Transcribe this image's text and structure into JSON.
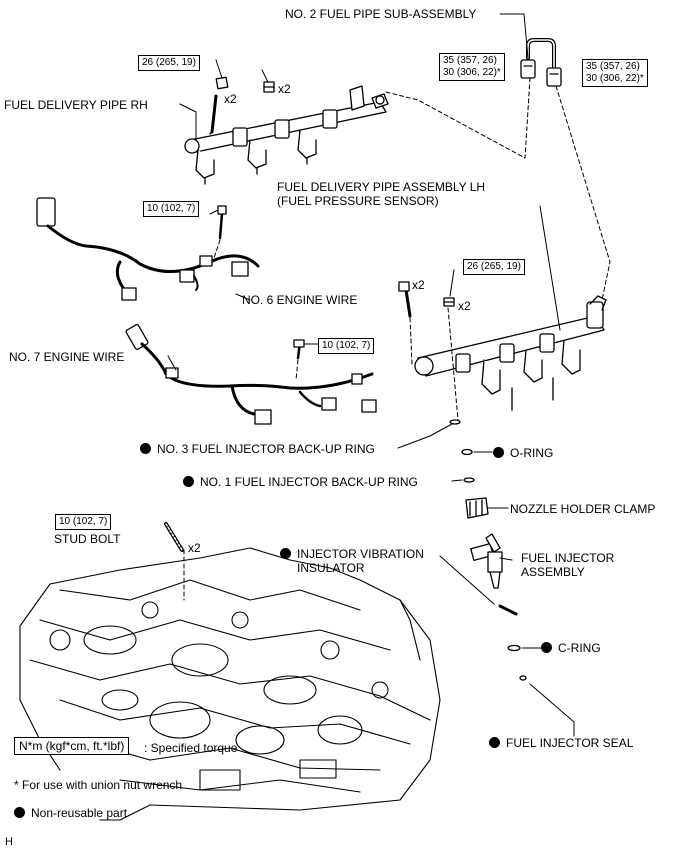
{
  "labels": {
    "fuel_pipe_sub": "NO. 2 FUEL PIPE SUB-ASSEMBLY",
    "fuel_delivery_rh": "FUEL DELIVERY PIPE RH",
    "fuel_delivery_lh_1": "FUEL DELIVERY PIPE ASSEMBLY LH",
    "fuel_delivery_lh_2": "(FUEL PRESSURE SENSOR)",
    "no6_wire": "NO. 6 ENGINE WIRE",
    "no7_wire": "NO. 7 ENGINE WIRE",
    "no3_backup": "NO. 3 FUEL INJECTOR BACK-UP RING",
    "oring": "O-RING",
    "no1_backup": "NO. 1 FUEL INJECTOR BACK-UP RING",
    "nozzle_clamp": "NOZZLE HOLDER CLAMP",
    "stud_bolt": "STUD BOLT",
    "vib_insulator_1": "INJECTOR VIBRATION",
    "vib_insulator_2": "INSULATOR",
    "injector_1": "FUEL INJECTOR",
    "injector_2": "ASSEMBLY",
    "c_ring": "C-RING",
    "injector_seal": "FUEL INJECTOR SEAL"
  },
  "torques": {
    "rh_bolt": "26 (265, 19)",
    "pipe_left_1": "35 (357, 26)",
    "pipe_left_2": "30 (306, 22)*",
    "pipe_right_1": "35 (357, 26)",
    "pipe_right_2": "30 (306, 22)*",
    "no6_bolt": "10 (102, 7)",
    "no7_bolt": "10 (102, 7)",
    "lh_bolt": "26 (265, 19)",
    "stud": "10 (102, 7)"
  },
  "multipliers": {
    "rh_bolt": "x2",
    "rh_nut": "x2",
    "lh_bolt": "x2",
    "lh_nut": "x2",
    "stud": "x2"
  },
  "legend": {
    "torque_unit": "N*m (kgf*cm, ft.*lbf)",
    "torque_desc": ": Specified torque",
    "union_note": "* For use with union nut wrench",
    "nonreusable": "Non-reusable part",
    "figure_code": "H"
  }
}
